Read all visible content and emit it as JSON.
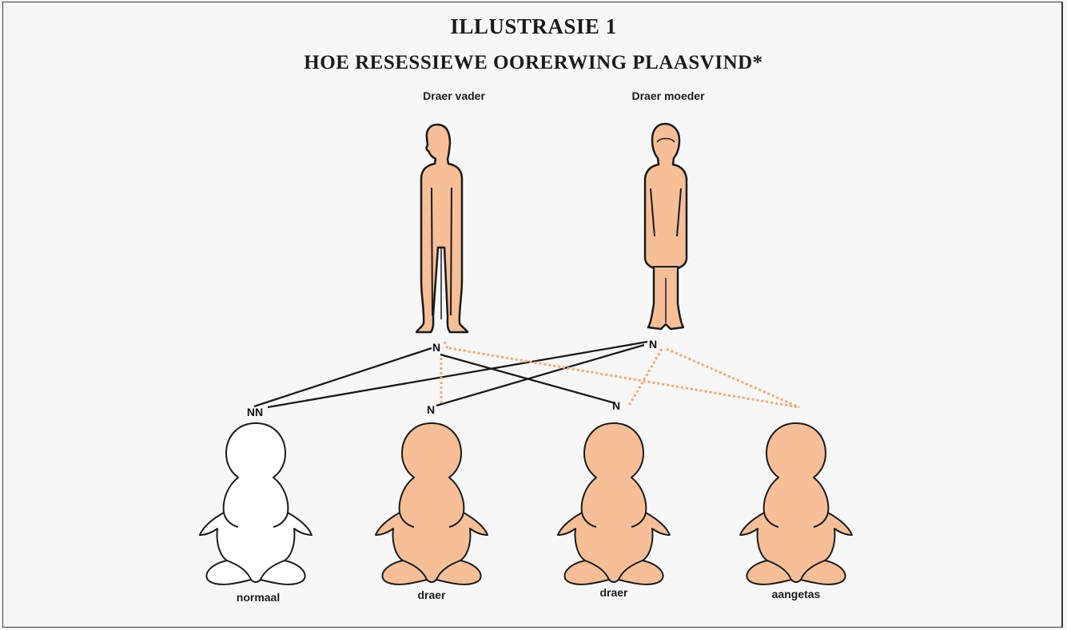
{
  "title": "ILLUSTRASIE 1",
  "subtitle": "HOE RESESSIEWE OORERWING PLAASVIND*",
  "parents": {
    "father_label": "Draer vader",
    "mother_label": "Draer moeder",
    "father_gene": "N",
    "mother_gene": "N"
  },
  "children": [
    {
      "genes": "NN",
      "label": "normaal"
    },
    {
      "genes": "N",
      "label": "draer"
    },
    {
      "genes": "N",
      "label": "draer"
    },
    {
      "genes": "",
      "label": "aangetas"
    }
  ],
  "colors": {
    "skin": "#f6bf98",
    "outline": "#1a1a1a",
    "recessive_line": "#f4a878",
    "dominant_line": "#1a1a1a",
    "background": "#f7f7f7"
  }
}
